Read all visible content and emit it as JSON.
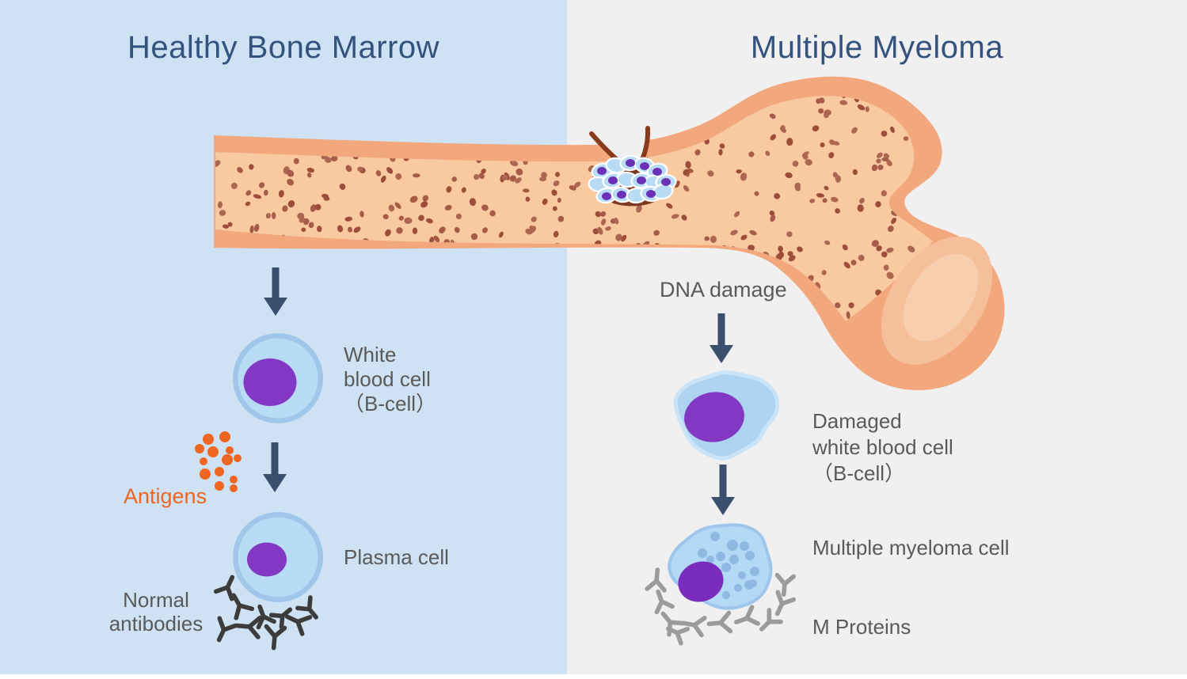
{
  "left_panel": {
    "title": "Healthy Bone Marrow",
    "labels": {
      "white_blood_cell": "White\nblood cell\n（B-cell）",
      "antigens": "Antigens",
      "plasma_cell": "Plasma cell",
      "normal_antibodies": "Normal\nantibodies"
    }
  },
  "right_panel": {
    "title": "Multiple Myeloma",
    "labels": {
      "dna_damage": "DNA damage",
      "damaged_white_blood_cell": "Damaged\nwhite blood cell\n（B-cell）",
      "multiple_myeloma_cell": "Multiple myeloma cell",
      "m_proteins": "M Proteins"
    }
  },
  "colors": {
    "left_background": "#cee2f3",
    "right_background": "#f0f0f0",
    "title_text": "#33527e",
    "label_text": "#5a5a5a",
    "antigen_orange": "#ef6522",
    "arrow_navy": "#3a4f6e",
    "bone_cortical": "#f3a77d",
    "bone_marrow": "#f9c9a0",
    "marrow_dot_a": "#a55b45",
    "marrow_dot_b": "#9d4e38",
    "marrow_dot_c": "#ad6750",
    "ball_highlight_1": "#f5bf9a",
    "ball_highlight_2": "#f8cfae",
    "lesion_brown": "#7e3a1f",
    "crack_stroke": "#8a3a1d",
    "crack_gray": "#f0f0f0",
    "cell_rim_blue": "#a0c7ea",
    "cell_inner_blue": "#b8dbf6",
    "nucleus_purple": "#8238c3",
    "myeloma_nucleus_purple": "#7a2cbe",
    "lesion_cell_blue": "#b9dcf6",
    "lesion_nucleus_purple": "#6a30b5",
    "blob_fill_blue": "#aed4f2",
    "blob_rim_light": "#c9e4f8",
    "myeloma_fill": "#b4d9f5",
    "myeloma_rim": "#9dc6ec",
    "speckle_blue": "#8fb9e2",
    "antibody_dark": "#3c3c3c",
    "m_protein_gray": "#9b9b9b"
  }
}
